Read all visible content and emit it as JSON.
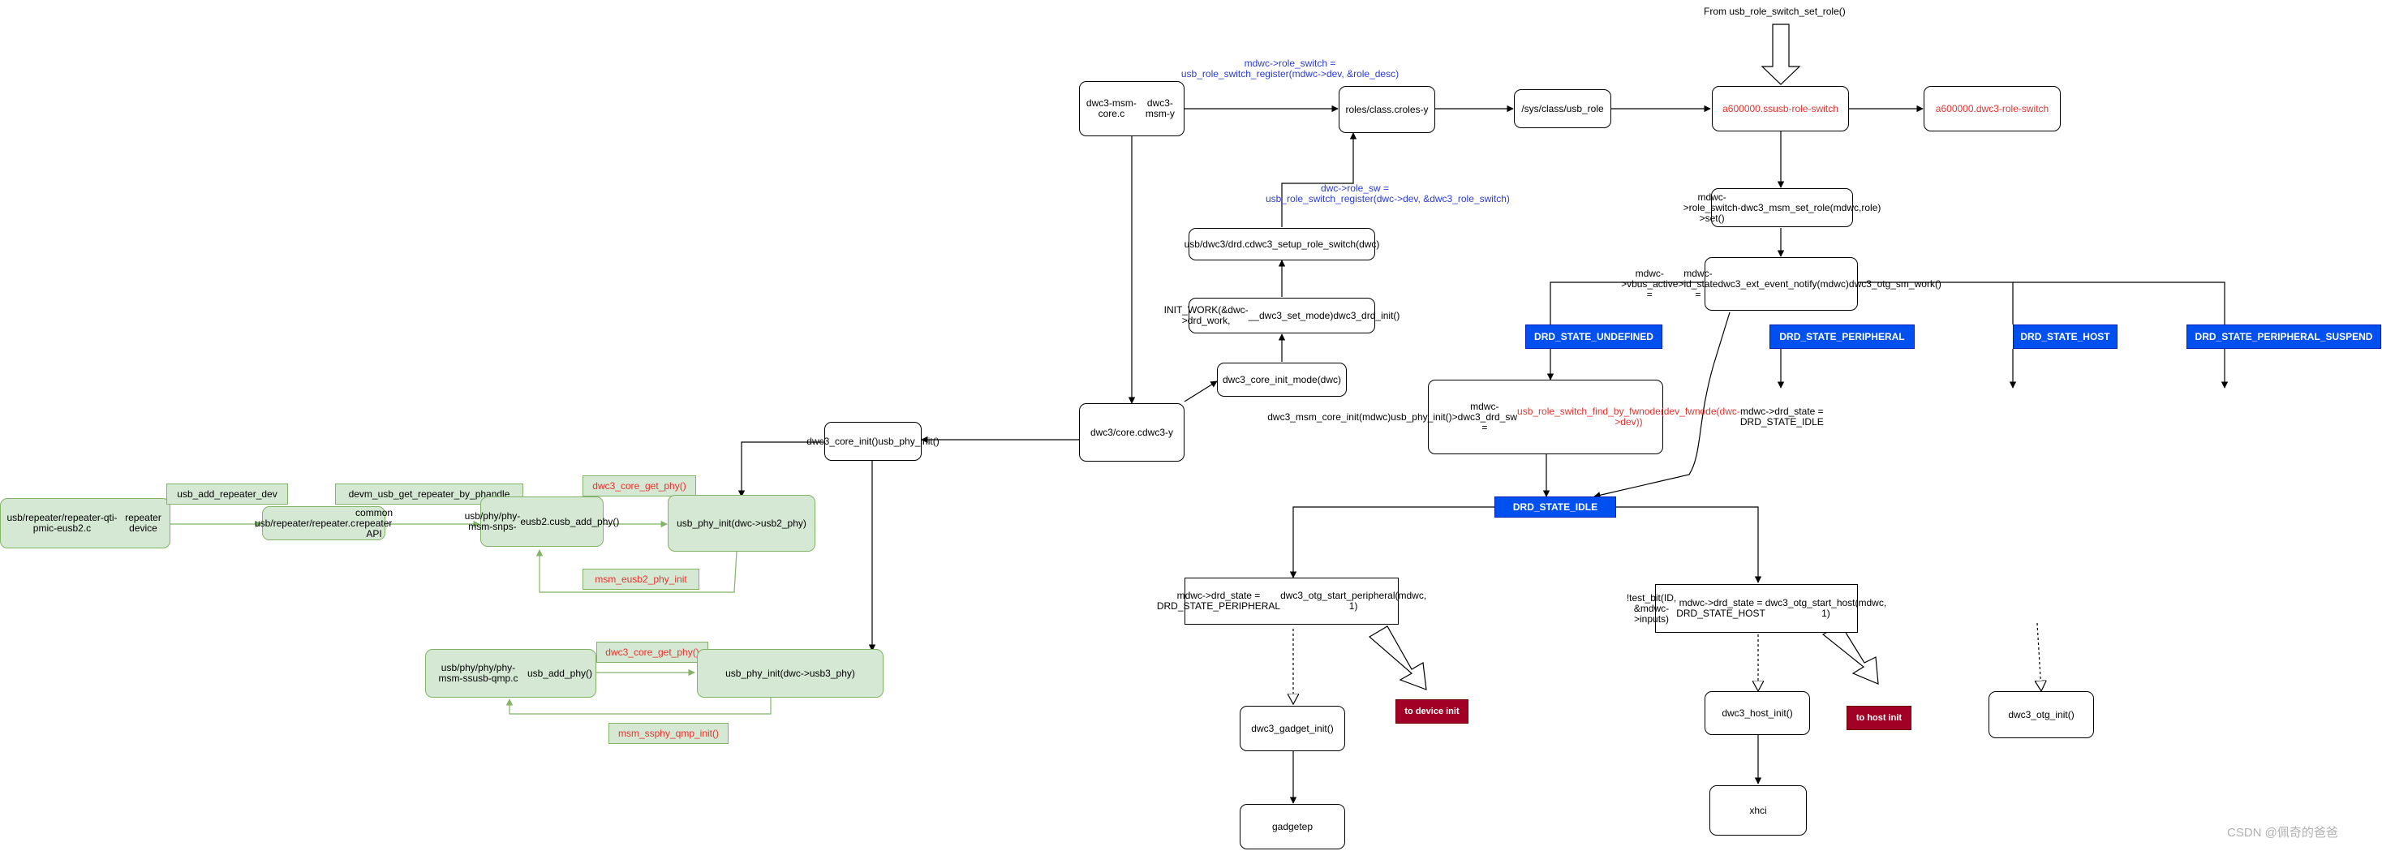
{
  "colors": {
    "accent_blue": "#0050ef",
    "init_red": "#a20025",
    "green_fill": "#d5e8d4",
    "green_stroke": "#82b366",
    "red_text": "#e5332f",
    "blue_text": "#2b3bd6"
  },
  "header": {
    "from_label": "From usb_role_switch_set_role()"
  },
  "nodes": {
    "dwc3_msm_core": [
      "dwc3-msm-core.c",
      "dwc3-msm-y"
    ],
    "roles_class": [
      "roles/class.c",
      "roles-y"
    ],
    "sys_usb_role": "/sys/class/usb_role",
    "ssusb_role_switch": "a600000.ssusb-role-switch",
    "dwc3_role_switch": "a600000.dwc3-role-switch",
    "role_switch_set": [
      "mdwc->role_switch->set()",
      "dwc3_msm_set_role(mdwc,",
      "role)"
    ],
    "vbus_active": [
      "mdwc->vbus_active =",
      "mdwc->id_state =",
      "dwc3_ext_event_notify(mdwc)",
      "dwc3_otg_sm_work()"
    ],
    "drd_c": [
      "usb/dwc3/drd.c",
      "dwc3_setup_role_switch(dwc)"
    ],
    "init_work": [
      "INIT_WORK(&dwc->drd_work,",
      "__dwc3_set_mode)",
      "dwc3_drd_init()"
    ],
    "core_init_mode": "dwc3_core_init_mode(dwc)",
    "core_c": [
      "dwc3/core.c",
      "dwc3-y"
    ],
    "core_init": [
      "dwc3_core_init()",
      "usb_phy_init()"
    ],
    "msm_core_init": {
      "lines": [
        "dwc3_msm_core_init(mdwc)",
        "usb_phy_init()",
        "mdwc->dwc3_drd_sw ="
      ],
      "red_line": "usb_role_switch_find_by_fwnode(dev_fwnode(dwc->dev))",
      "last_line": "mdwc->drd_state = DRD_STATE_IDLE"
    },
    "start_peripheral": [
      "mdwc->drd_state = DRD_STATE_PERIPHERAL",
      "dwc3_otg_start_peripheral(mdwc, 1)"
    ],
    "start_host": [
      "!test_bit(ID, &mdwc->inputs)",
      "mdwc->drd_state = DRD_STATE_HOST",
      "dwc3_otg_start_host(mdwc, 1)"
    ],
    "gadget_init": "dwc3_gadget_init()",
    "host_init": "dwc3_host_init()",
    "otg_init": "dwc3_otg_init()",
    "gadget_ep": [
      "gadget",
      "ep"
    ],
    "xhci": "xhci",
    "repeater_dev": [
      "usb/repeater/repeater-qti-pmic-eusb2.c",
      "repeater device"
    ],
    "repeater_api": [
      "usb/repeater/repeater.c",
      "common repeater API"
    ],
    "snps_eusb2": [
      "usb/phy/phy-msm-snps-",
      "eusb2.c",
      "usb_add_phy()"
    ],
    "phy_init_usb2": "usb_phy_init(dwc->usb2_phy)",
    "ssusb_qmp": [
      "usb/phy/phy/phy-msm-ssusb-qmp.c",
      "usb_add_phy()"
    ],
    "phy_init_usb3": "usb_phy_init(dwc->usb3_phy)"
  },
  "states": {
    "undefined": "DRD_STATE_UNDEFINED",
    "peripheral": "DRD_STATE_PERIPHERAL",
    "host": "DRD_STATE_HOST",
    "peripheral_suspend": "DRD_STATE_PERIPHERAL_SUSPEND",
    "idle": "DRD_STATE_IDLE"
  },
  "init_tags": {
    "device": "to device init",
    "host": "to host init"
  },
  "edge_labels": {
    "role_switch_register": [
      "mdwc->role_switch =",
      "usb_role_switch_register(mdwc->dev, &role_desc)"
    ],
    "role_sw_register": [
      "dwc->role_sw =",
      "usb_role_switch_register(dwc->dev, &dwc3_role_switch)"
    ],
    "add_repeater_dev": "usb_add_repeater_dev",
    "get_repeater": "devm_usb_get_repeater_by_phandle",
    "core_get_phy_1": "dwc3_core_get_phy()",
    "eusb2_phy_init": "msm_eusb2_phy_init",
    "core_get_phy_2": "dwc3_core_get_phy()",
    "ssphy_qmp_init": "msm_ssphy_qmp_init()"
  },
  "watermark": "CSDN @佩奇的爸爸"
}
